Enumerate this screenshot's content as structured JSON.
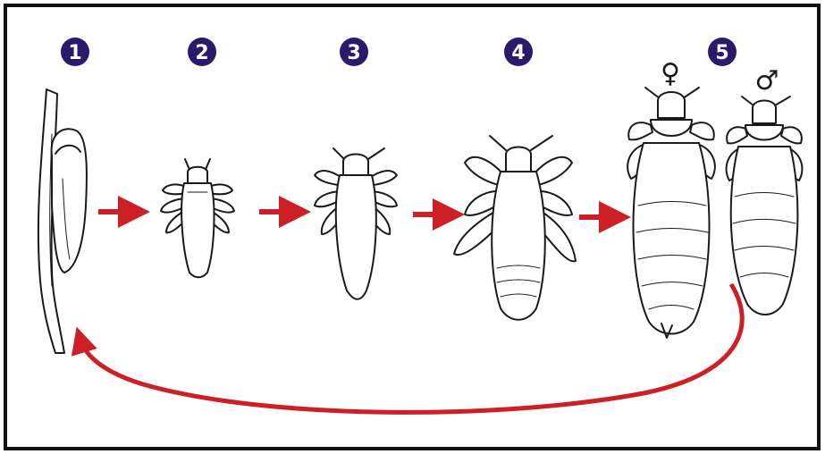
{
  "colors": {
    "badge": "#2b1a6b",
    "badge_text": "#ffffff",
    "arrow": "#cc1f26",
    "ink": "#1a1a1a",
    "frame": "#111111",
    "background": "#ffffff"
  },
  "stages": [
    {
      "number": "1",
      "icon": "nit-egg-on-hair-icon"
    },
    {
      "number": "2",
      "icon": "nymph-first-stage-icon"
    },
    {
      "number": "3",
      "icon": "nymph-second-stage-icon"
    },
    {
      "number": "4",
      "icon": "nymph-third-stage-icon"
    },
    {
      "number": "5",
      "icon": "adult-louse-pair-icon"
    }
  ],
  "symbols": {
    "female": "♀",
    "male": "♂"
  }
}
